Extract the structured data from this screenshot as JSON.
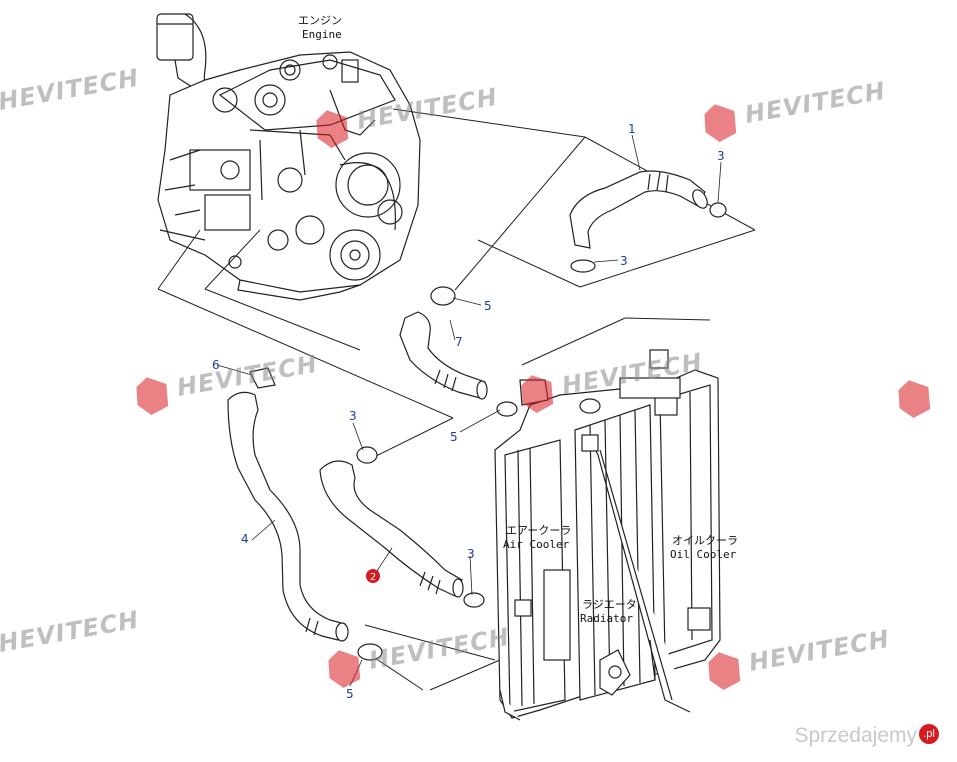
{
  "labels": {
    "engine_jp": "エンジン",
    "engine_en": "Engine",
    "air_cooler_jp": "エアークーラ",
    "air_cooler_en": "Air Cooler",
    "radiator_jp": "ラジエータ",
    "radiator_en": "Radiator",
    "oil_cooler_jp": "オイルクーラ",
    "oil_cooler_en": "Oil Cooler"
  },
  "callouts": {
    "c1": "1",
    "c3a": "3",
    "c3b": "3",
    "c3c": "3",
    "c3d": "3",
    "c5a": "5",
    "c5b": "5",
    "c5c": "5",
    "c7": "7",
    "c6": "6",
    "c4": "4",
    "c2": "2"
  },
  "watermark": {
    "text": "HEVITECH",
    "color": "#d71920"
  },
  "brand": {
    "name": "Sprzedajemy",
    "tld": ".pl"
  }
}
